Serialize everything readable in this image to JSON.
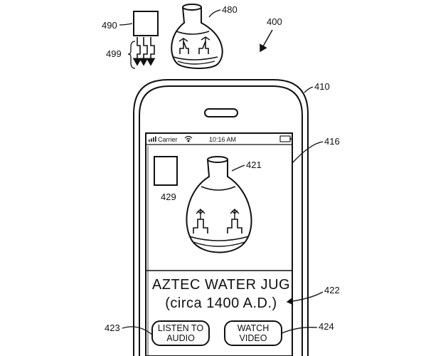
{
  "figure": {
    "figure_number": "400",
    "refs": {
      "top_emitter": "490",
      "top_jug": "480",
      "signals": "499",
      "device": "410",
      "screen": "416",
      "screen_jug": "421",
      "screen_square": "429",
      "title_block": "422",
      "listen_button": "423",
      "watch_button": "424"
    }
  },
  "status_bar": {
    "carrier": "Carrier",
    "time": "10:16 AM"
  },
  "artifact": {
    "title": "AZTEC WATER JUG",
    "subtitle": "(circa 1400 A.D.)"
  },
  "buttons": {
    "listen_line1": "LISTEN TO",
    "listen_line2": "AUDIO",
    "watch_line1": "WATCH",
    "watch_line2": "VIDEO"
  },
  "colors": {
    "ink": "#111111",
    "background": "#ffffff"
  },
  "icons": {
    "signal": "signal-bars-icon",
    "wifi": "wifi-icon",
    "battery": "battery-icon"
  }
}
